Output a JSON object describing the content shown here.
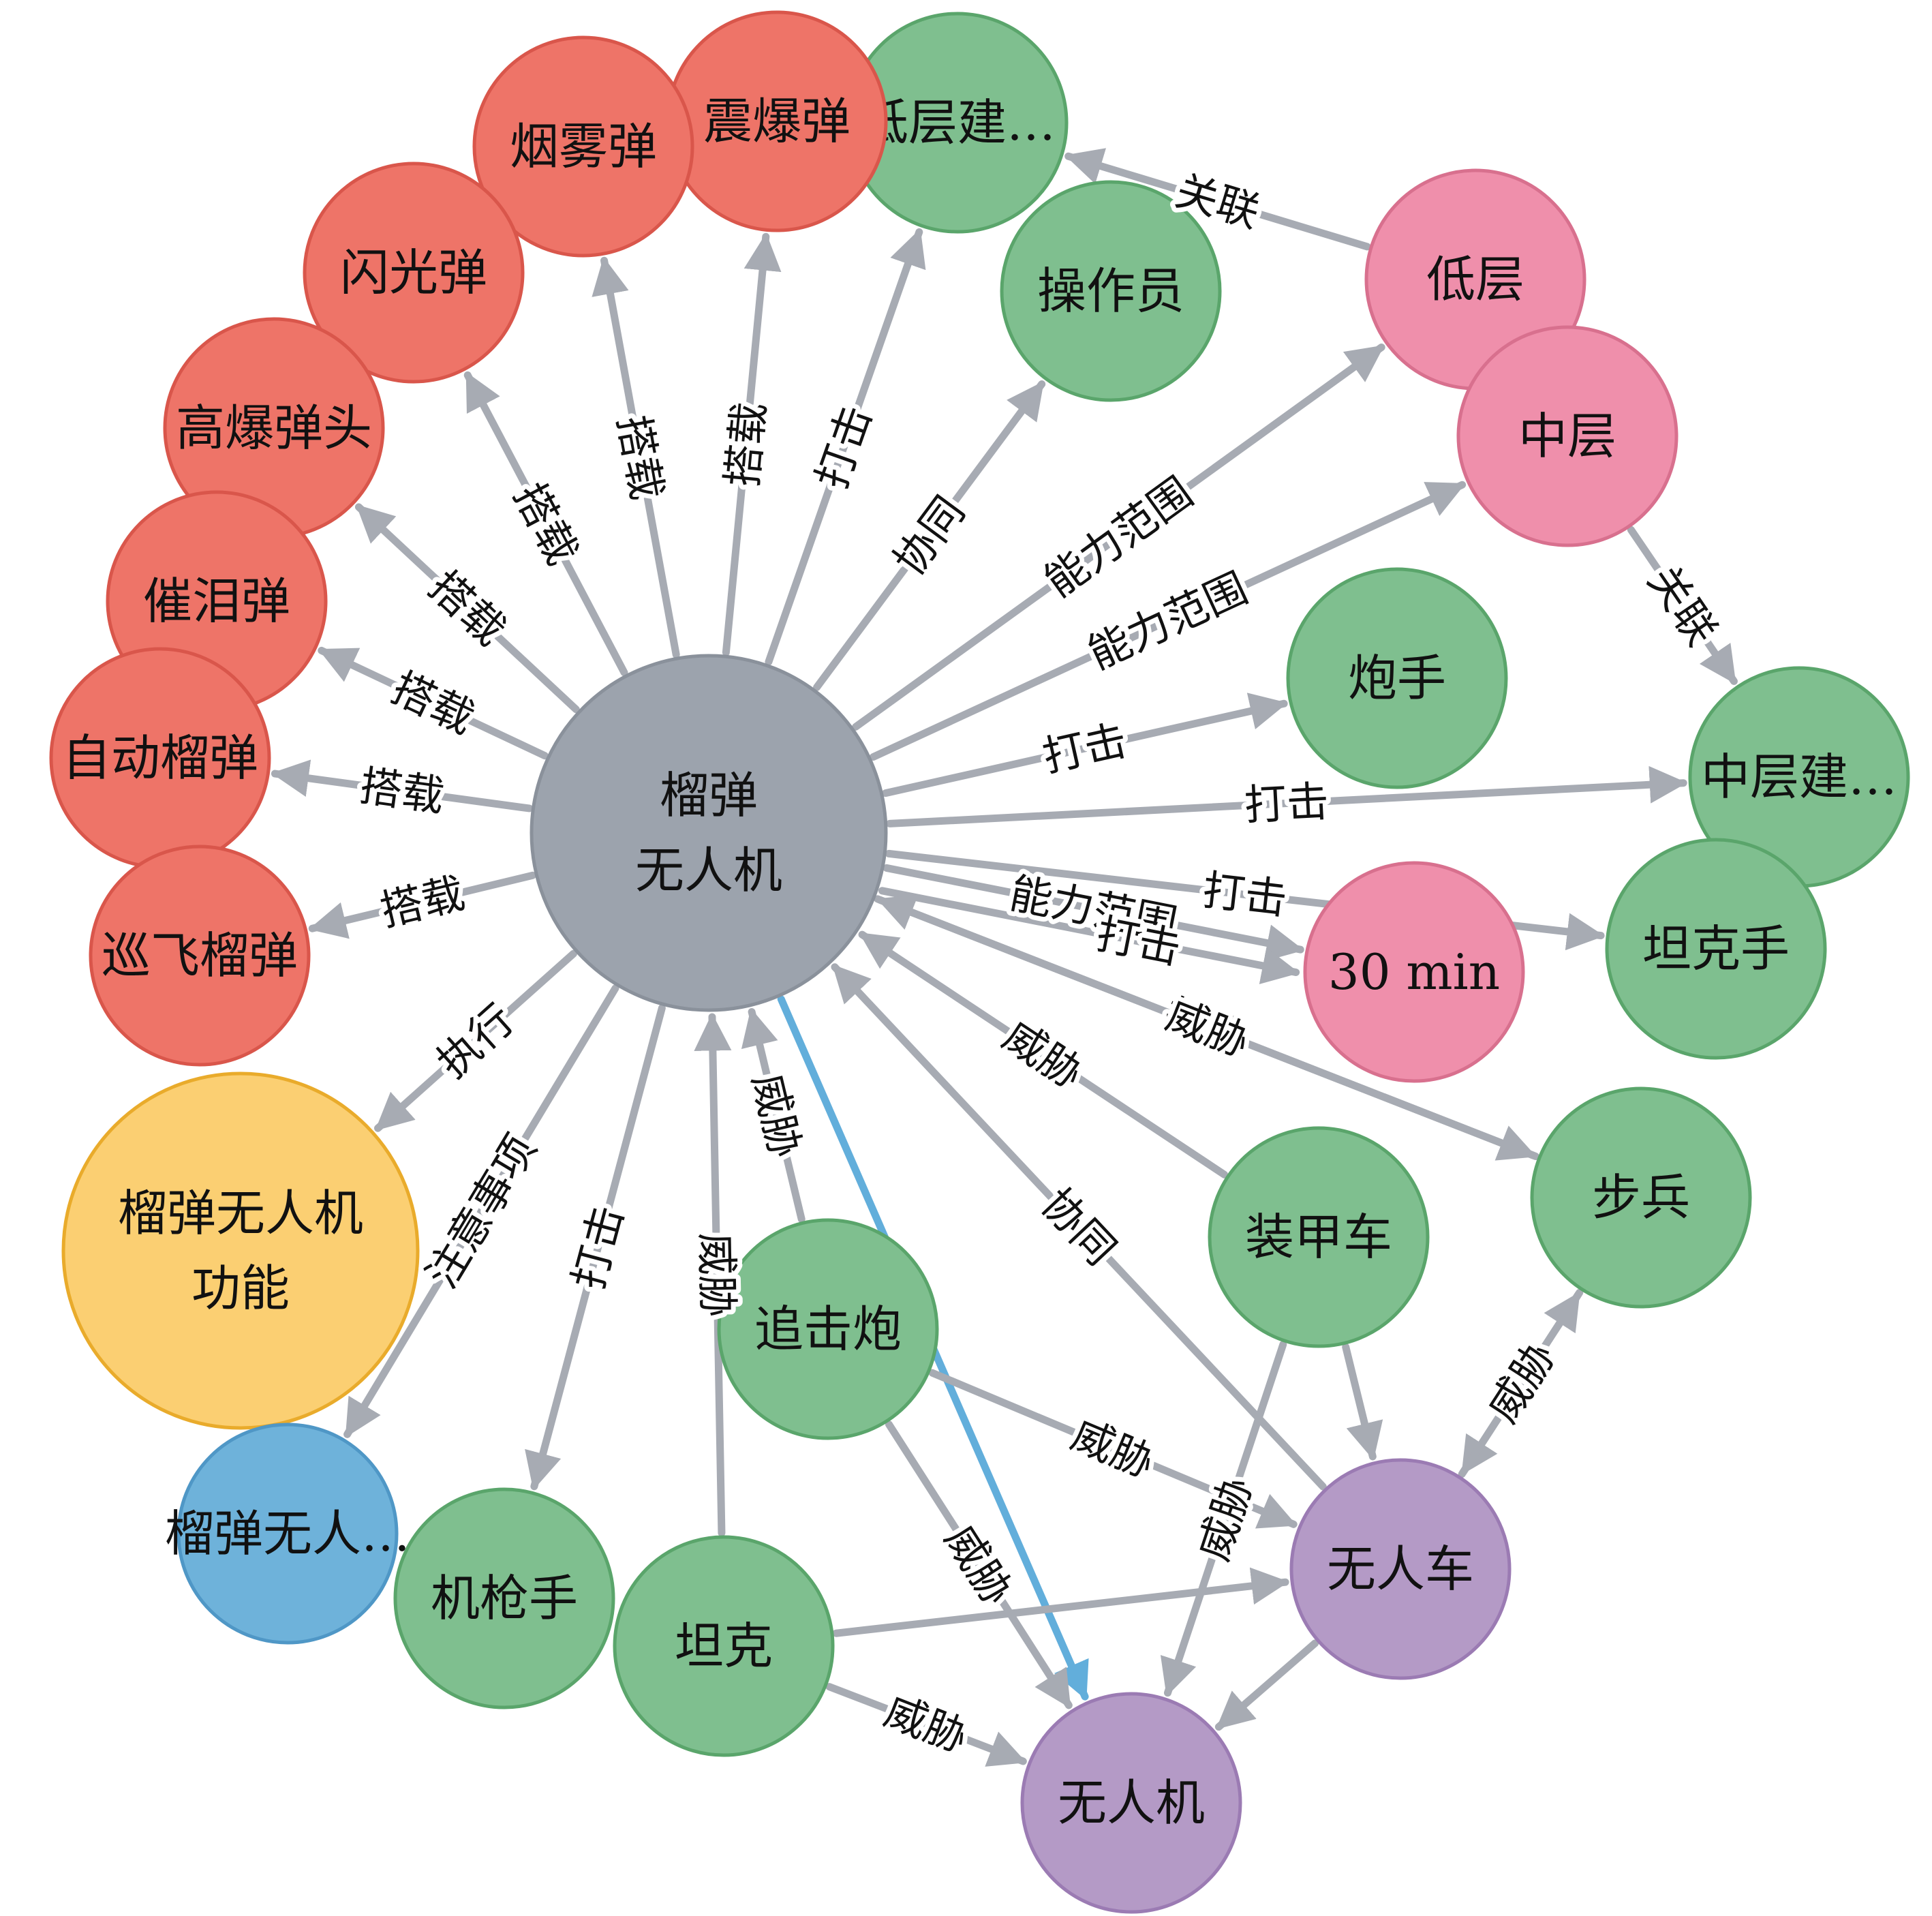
{
  "colors": {
    "edge": "#a7abb3",
    "edge_highlight": "#62aedb",
    "label_halo": "#ffffff",
    "center": {
      "fill": "#9ca3ad",
      "stroke": "#8a919b"
    },
    "munition": {
      "fill": "#ee7468",
      "stroke": "#d9564b"
    },
    "threat": {
      "fill": "#7fbf8f",
      "stroke": "#5aa56b"
    },
    "layer": {
      "fill": "#ef8fab",
      "stroke": "#d8708e"
    },
    "unmanned": {
      "fill": "#b49ac6",
      "stroke": "#9b7bb3"
    },
    "function": {
      "fill": "#fbcf72",
      "stroke": "#e9ab2b"
    },
    "note": {
      "fill": "#6eb2da",
      "stroke": "#4f97c6"
    }
  },
  "nodes": [
    {
      "id": "center",
      "lines": [
        "榴弹",
        "无人机"
      ],
      "group": "center"
    },
    {
      "id": "lowbuild",
      "lines": [
        "低层建…"
      ],
      "group": "threat"
    },
    {
      "id": "shock",
      "lines": [
        "震爆弹"
      ],
      "group": "munition"
    },
    {
      "id": "smoke",
      "lines": [
        "烟雾弹"
      ],
      "group": "munition"
    },
    {
      "id": "flash",
      "lines": [
        "闪光弹"
      ],
      "group": "munition"
    },
    {
      "id": "he",
      "lines": [
        "高爆弹头"
      ],
      "group": "munition"
    },
    {
      "id": "tear",
      "lines": [
        "催泪弹"
      ],
      "group": "munition"
    },
    {
      "id": "auto",
      "lines": [
        "自动榴弹"
      ],
      "group": "munition"
    },
    {
      "id": "loiter",
      "lines": [
        "巡飞榴弹"
      ],
      "group": "munition"
    },
    {
      "id": "func",
      "lines": [
        "榴弹无人机",
        "功能"
      ],
      "group": "function"
    },
    {
      "id": "note",
      "lines": [
        "榴弹无人…"
      ],
      "group": "note"
    },
    {
      "id": "operator",
      "lines": [
        "操作员"
      ],
      "group": "threat"
    },
    {
      "id": "low",
      "lines": [
        "低层"
      ],
      "group": "layer"
    },
    {
      "id": "mid",
      "lines": [
        "中层"
      ],
      "group": "layer"
    },
    {
      "id": "gunner",
      "lines": [
        "炮手"
      ],
      "group": "threat"
    },
    {
      "id": "midbuild",
      "lines": [
        "中层建…"
      ],
      "group": "threat"
    },
    {
      "id": "tankman",
      "lines": [
        "坦克手"
      ],
      "group": "threat"
    },
    {
      "id": "t30",
      "lines": [
        "30 min"
      ],
      "group": "layer"
    },
    {
      "id": "infantry",
      "lines": [
        "步兵"
      ],
      "group": "threat"
    },
    {
      "id": "apc",
      "lines": [
        "装甲车"
      ],
      "group": "threat"
    },
    {
      "id": "mortar",
      "lines": [
        "追击炮"
      ],
      "group": "threat"
    },
    {
      "id": "mg",
      "lines": [
        "机枪手"
      ],
      "group": "threat"
    },
    {
      "id": "tank",
      "lines": [
        "坦克"
      ],
      "group": "threat"
    },
    {
      "id": "ugv",
      "lines": [
        "无人车"
      ],
      "group": "unmanned"
    },
    {
      "id": "uav",
      "lines": [
        "无人机"
      ],
      "group": "unmanned"
    }
  ],
  "edges": [
    {
      "from": "center",
      "to": "shock",
      "label": "搭载"
    },
    {
      "from": "center",
      "to": "smoke",
      "label": "搭载"
    },
    {
      "from": "center",
      "to": "flash",
      "label": "搭载"
    },
    {
      "from": "center",
      "to": "he",
      "label": "搭载"
    },
    {
      "from": "center",
      "to": "tear",
      "label": "搭载"
    },
    {
      "from": "center",
      "to": "auto",
      "label": "搭载"
    },
    {
      "from": "center",
      "to": "loiter",
      "label": "搭载"
    },
    {
      "from": "center",
      "to": "lowbuild",
      "label": "打击"
    },
    {
      "from": "center",
      "to": "operator",
      "label": "协同"
    },
    {
      "from": "center",
      "to": "low",
      "label": "能力范围"
    },
    {
      "from": "center",
      "to": "mid",
      "label": "能力范围"
    },
    {
      "from": "center",
      "to": "gunner",
      "label": "打击"
    },
    {
      "from": "center",
      "to": "midbuild",
      "label": "打击"
    },
    {
      "from": "center",
      "to": "tankman",
      "label": "打击"
    },
    {
      "from": "center",
      "to": "t30",
      "label": "能力范围"
    },
    {
      "from": "center",
      "to": "t30",
      "label": "打击"
    },
    {
      "from": "center",
      "to": "infantry",
      "label": "打击"
    },
    {
      "from": "center",
      "to": "func",
      "label": "执行"
    },
    {
      "from": "center",
      "to": "note",
      "label": "注意事项"
    },
    {
      "from": "center",
      "to": "mg",
      "label": "打击"
    },
    {
      "from": "center",
      "to": "uav",
      "label": "",
      "highlight": true
    },
    {
      "from": "mortar",
      "to": "center",
      "label": "威胁"
    },
    {
      "from": "tank",
      "to": "center",
      "label": "威胁"
    },
    {
      "from": "apc",
      "to": "center",
      "label": "威胁"
    },
    {
      "from": "infantry",
      "to": "center",
      "label": "威胁"
    },
    {
      "from": "ugv",
      "to": "center",
      "label": "协同"
    },
    {
      "from": "low",
      "to": "lowbuild",
      "label": "关联"
    },
    {
      "from": "mid",
      "to": "midbuild",
      "label": "关联"
    },
    {
      "from": "mortar",
      "to": "ugv",
      "label": "威胁"
    },
    {
      "from": "mortar",
      "to": "uav",
      "label": "威胁"
    },
    {
      "from": "tank",
      "to": "uav",
      "label": "威胁"
    },
    {
      "from": "tank",
      "to": "ugv",
      "label": ""
    },
    {
      "from": "apc",
      "to": "uav",
      "label": "威胁"
    },
    {
      "from": "apc",
      "to": "ugv",
      "label": ""
    },
    {
      "from": "infantry",
      "to": "ugv",
      "label": "威胁"
    },
    {
      "from": "ugv",
      "to": "infantry",
      "label": ""
    },
    {
      "from": "ugv",
      "to": "uav",
      "label": ""
    }
  ]
}
